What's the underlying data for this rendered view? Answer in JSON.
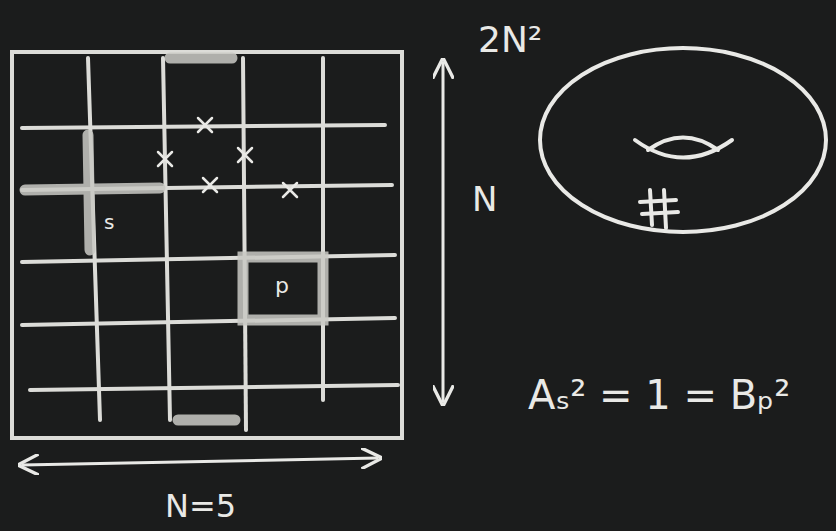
{
  "diagram": {
    "labels": [
      "2N²",
      "N",
      "s",
      "p",
      "Aₛ² = 1 = Bₚ²",
      "N=5"
    ]
  }
}
